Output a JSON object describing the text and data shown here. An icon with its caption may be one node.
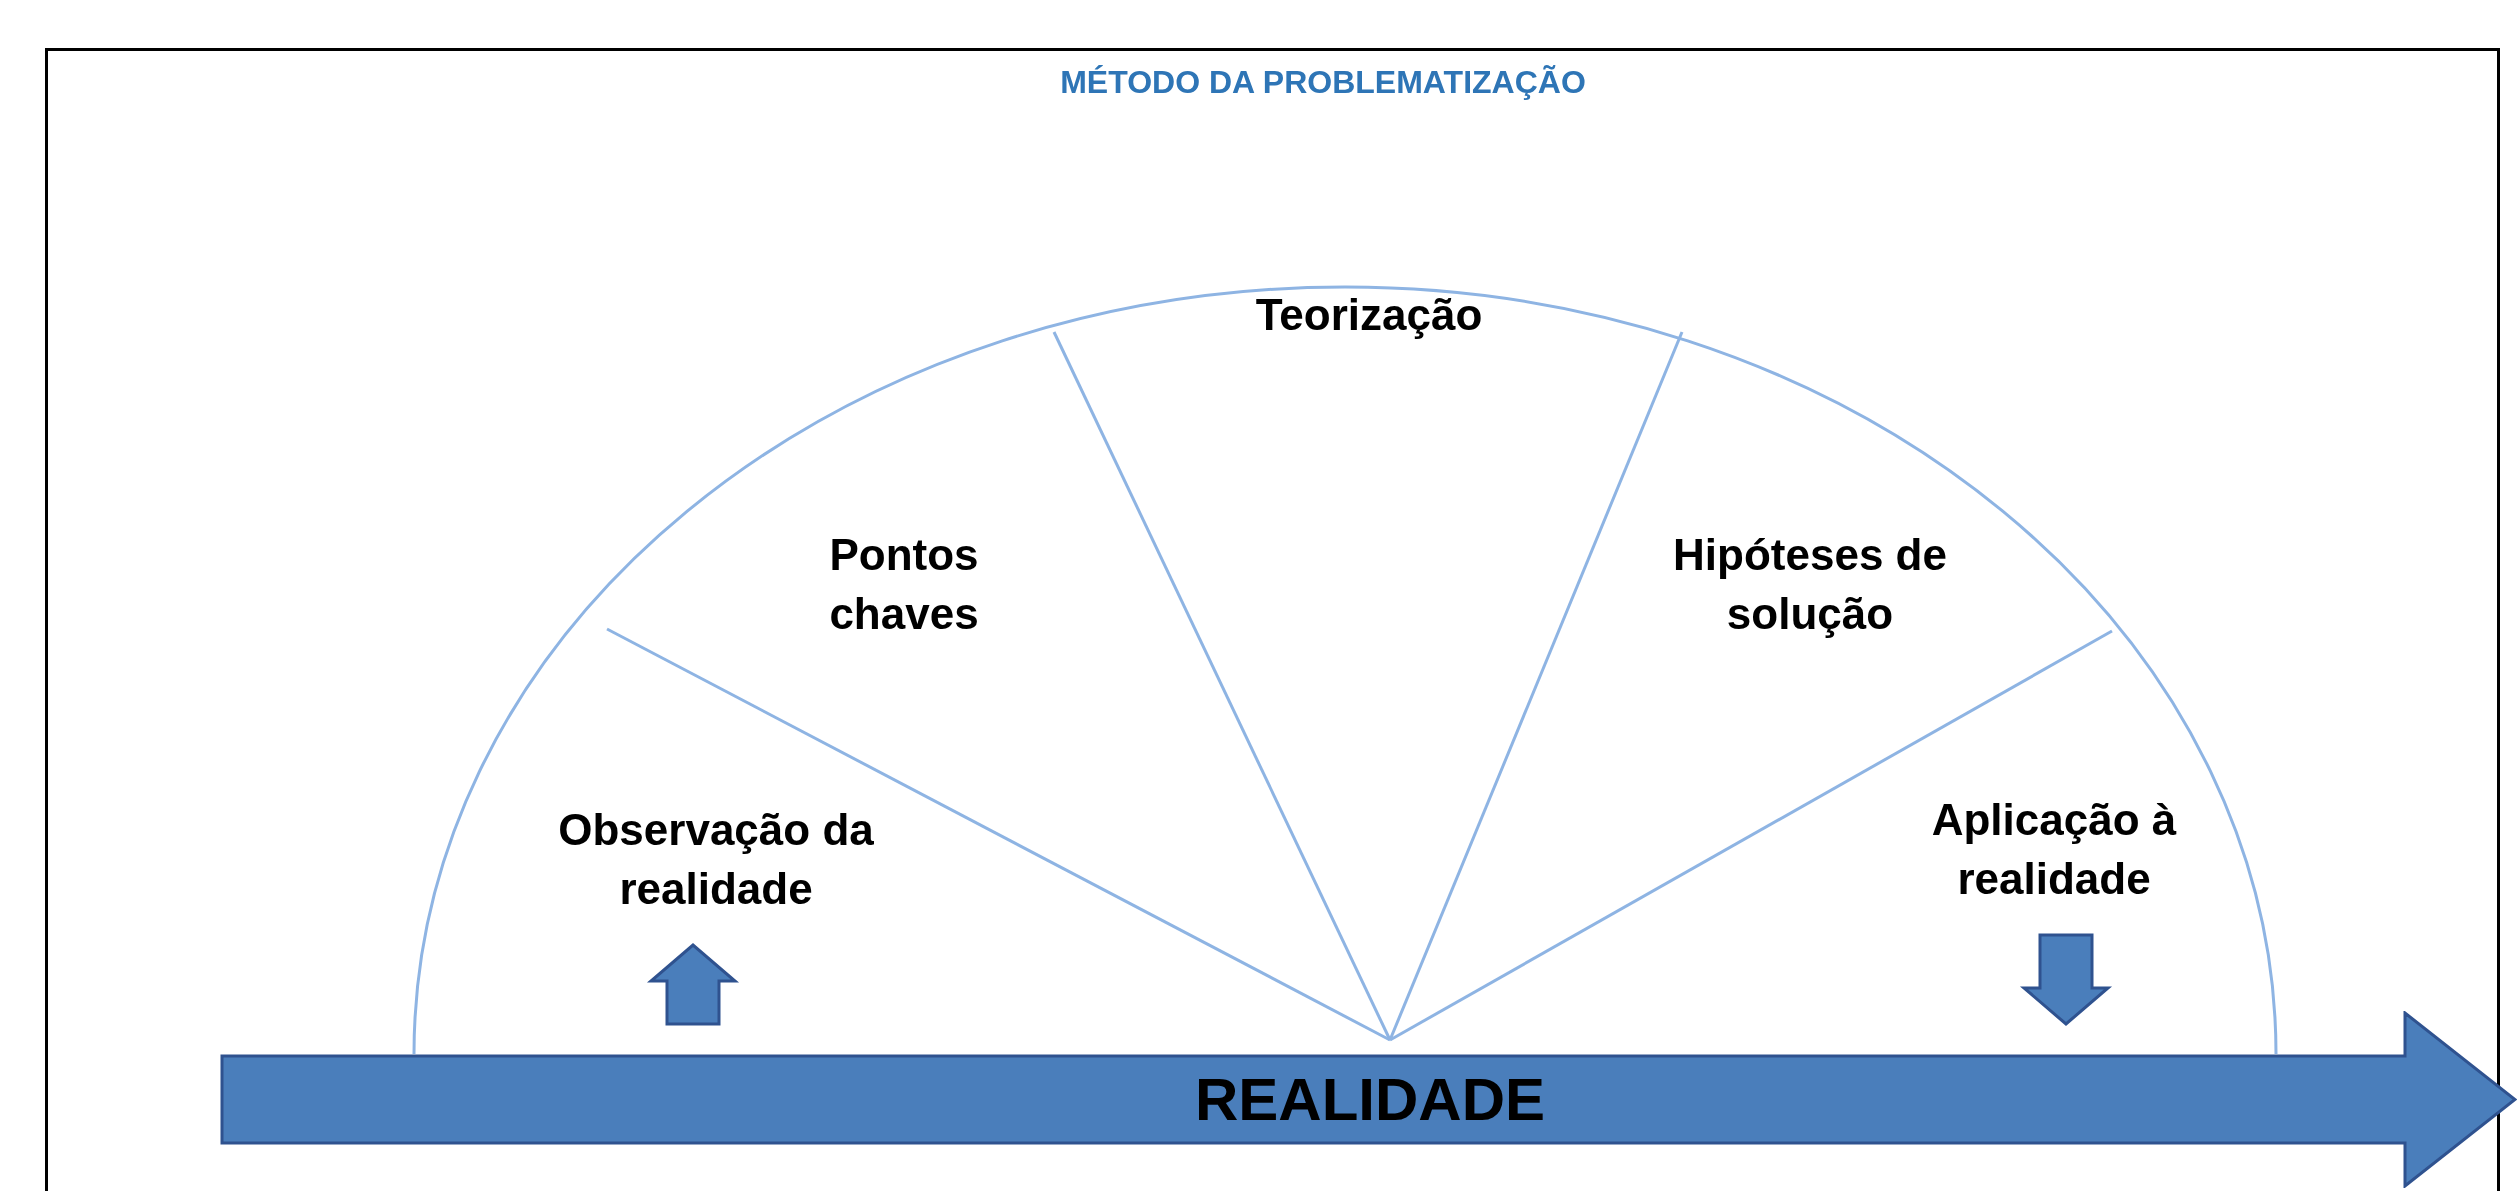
{
  "diagram": {
    "title": "MÉTODO DA PROBLEMATIZAÇÃO",
    "nodes": [
      {
        "text": [
          "Observação da realidade"
        ]
      },
      {
        "text": [
          "Pontos chaves"
        ]
      },
      {
        "text": [
          "Teorização"
        ]
      },
      {
        "text": [
          "Hipóteses de solução"
        ]
      },
      {
        "text": [
          "Aplicação à realidade"
        ]
      },
      {
        "text": [
          "REALIDADE"
        ]
      }
    ],
    "edges": [
      {
        "from": 5,
        "to": 0,
        "arrow": "to"
      },
      {
        "from": 4,
        "to": 5,
        "arrow": "to"
      }
    ]
  }
}
